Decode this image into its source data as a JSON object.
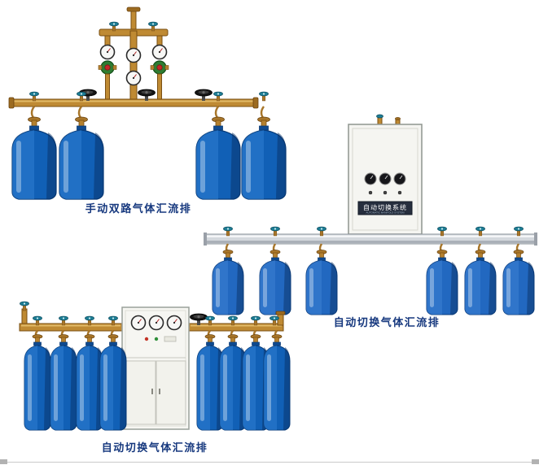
{
  "page": {
    "background": "#ffffff"
  },
  "products": [
    {
      "caption": "手动双路气体汇流排"
    },
    {
      "caption": "自动切换气体汇流排",
      "cabinet": {
        "label": "自动切换系统",
        "sublabel": "AUTOMATIC MANIFOLD SYSTEM"
      }
    },
    {
      "caption": "自动切换气体汇流排"
    }
  ],
  "colors": {
    "caption_text": "#16387e",
    "cylinder_blue": "#1160b6",
    "cylinder_blue_light": "#3585d8",
    "brass_pipe": "#bf8a33",
    "valve_teal": "#1e7f96",
    "handwheel_black": "#141414",
    "regulator_green": "#2e7d32",
    "regulator_red": "#c62828",
    "cabinet_body": "#f5f5f1",
    "rail_silver": "#d4d8dd",
    "nameplate": "#262e3e"
  }
}
